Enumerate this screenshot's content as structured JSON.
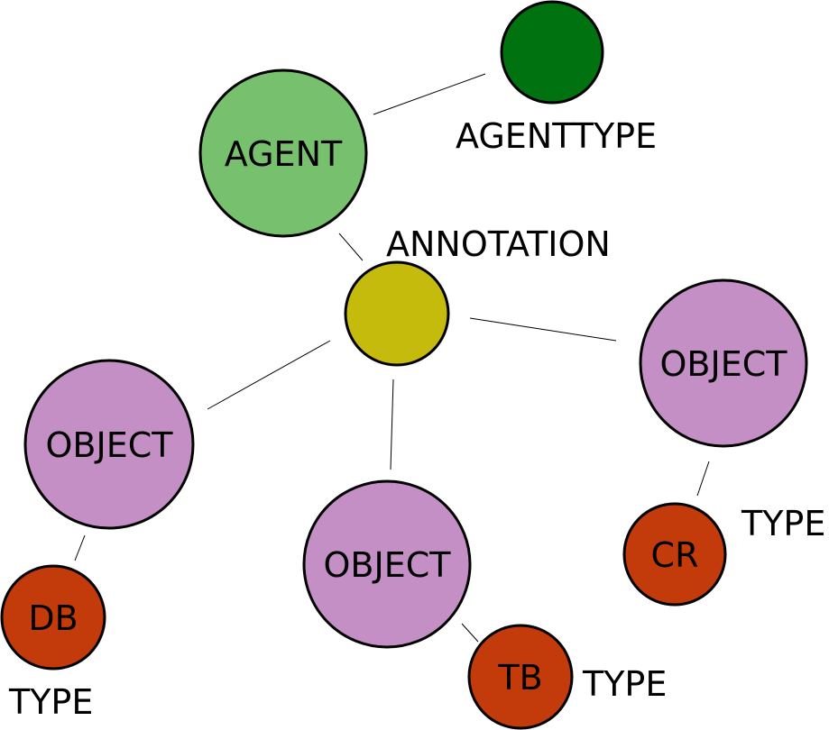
{
  "nodes": {
    "agent": {
      "label": "AGENT",
      "color": "#77c16e"
    },
    "agenttype": {
      "label": "",
      "color": "#007310"
    },
    "annotation": {
      "label": "",
      "color": "#c5bb0d"
    },
    "object_left": {
      "label": "OBJECT",
      "color": "#c48fc4"
    },
    "object_center": {
      "label": "OBJECT",
      "color": "#c48fc4"
    },
    "object_right": {
      "label": "OBJECT",
      "color": "#c48fc4"
    },
    "db": {
      "label": "DB",
      "color": "#c33a0b"
    },
    "tb": {
      "label": "TB",
      "color": "#c33a0b"
    },
    "cr": {
      "label": "CR",
      "color": "#c33a0b"
    }
  },
  "labels": {
    "agenttype": "AGENTTYPE",
    "annotation": "ANNOTATION",
    "type_db": "TYPE",
    "type_tb": "TYPE",
    "type_cr": "TYPE"
  }
}
